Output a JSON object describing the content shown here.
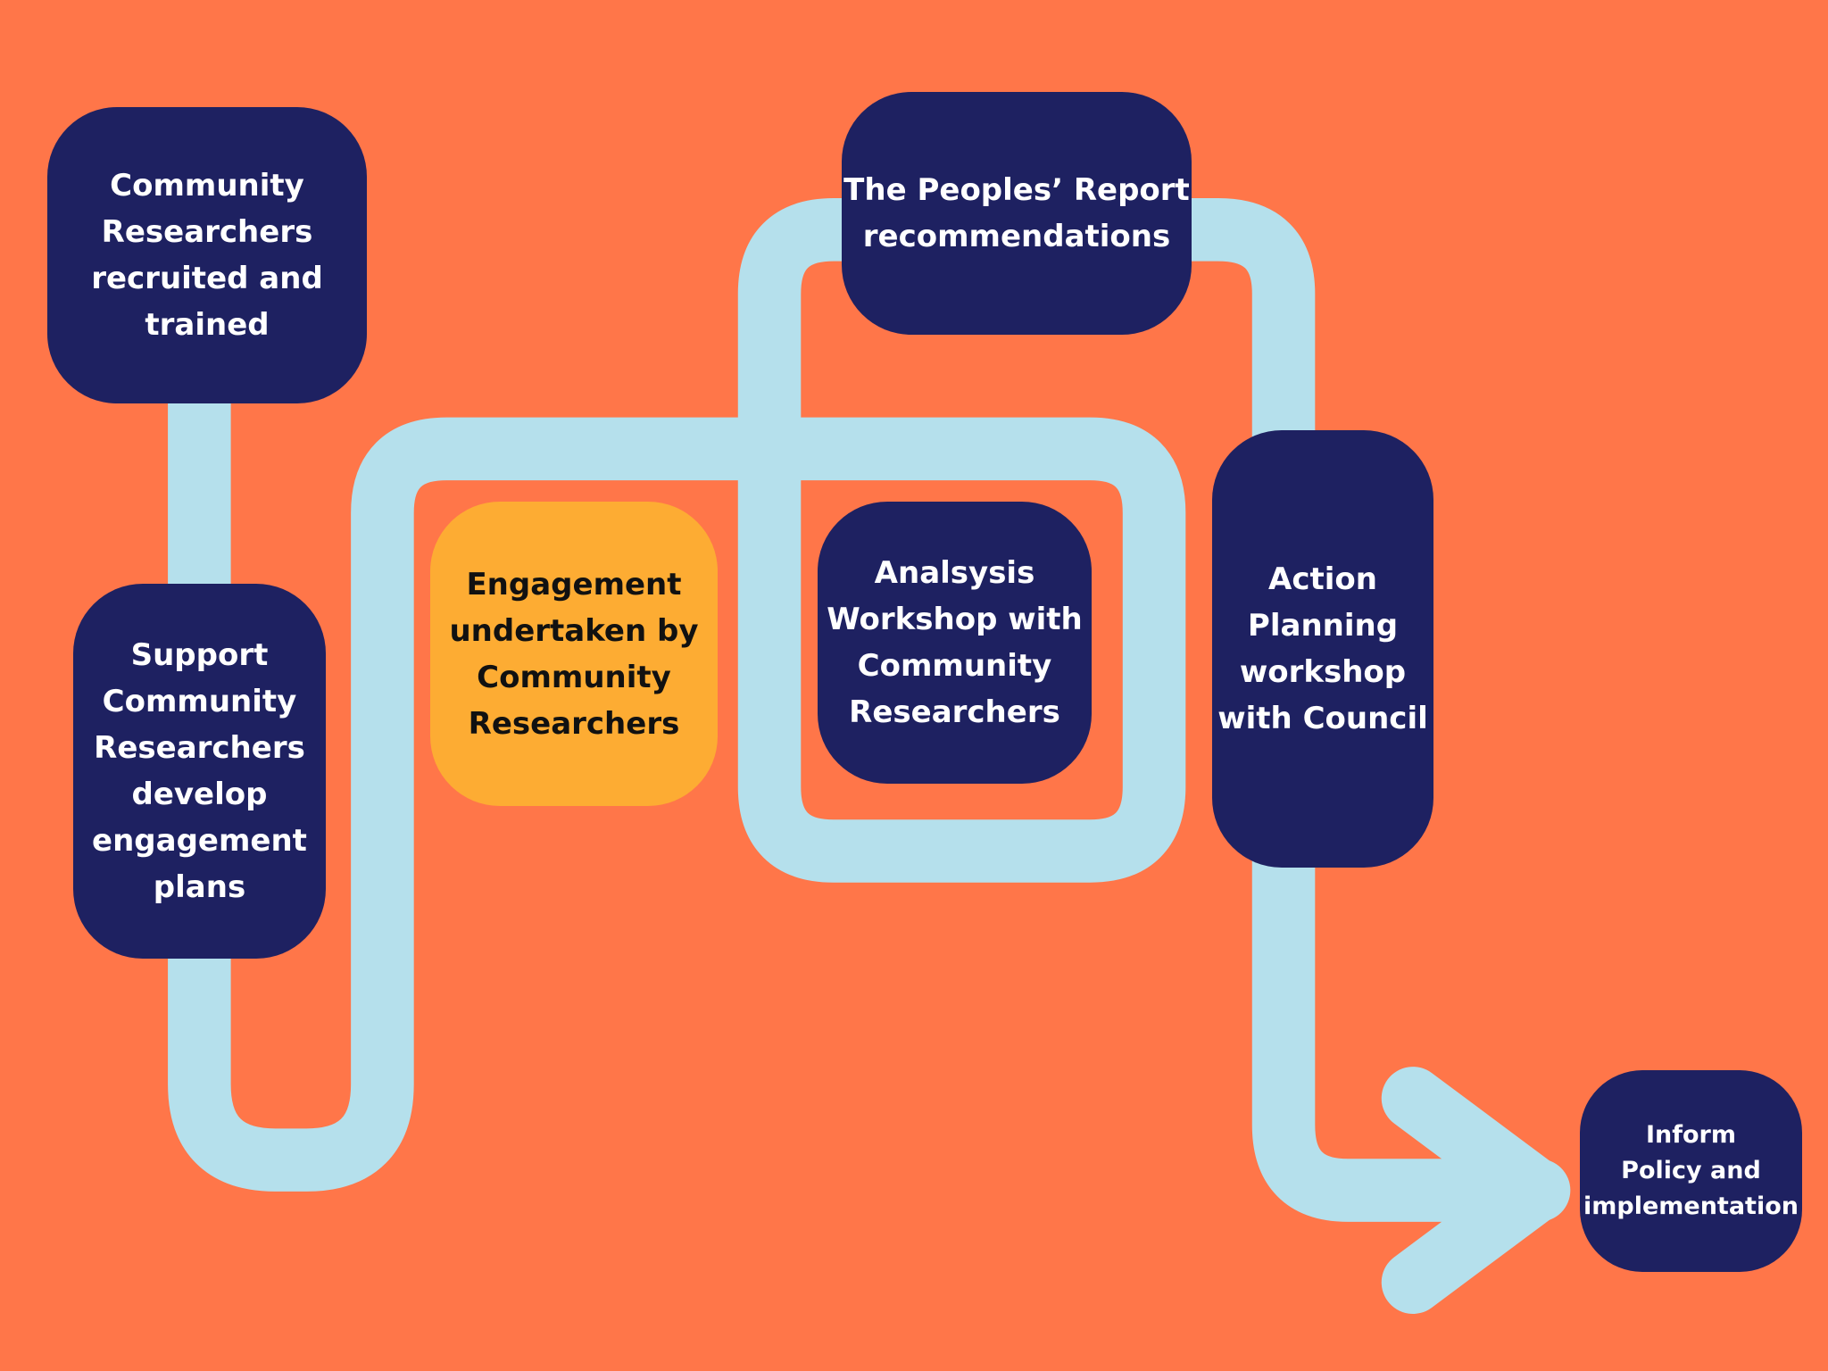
{
  "colors": {
    "background": "#FF7649",
    "node_primary": "#1E2161",
    "node_highlight": "#FDAC33",
    "path": "#B5E0EC",
    "text_light": "#FFFFFF",
    "text_dark": "#111111"
  },
  "nodes": [
    {
      "id": "recruit",
      "label": "Community\nResearchers\nrecruited and\ntrained",
      "style": "primary"
    },
    {
      "id": "support",
      "label": "Support\nCommunity\nResearchers\ndevelop\nengagement\nplans",
      "style": "primary"
    },
    {
      "id": "engagement",
      "label": "Engagement\nundertaken by\nCommunity\nResearchers",
      "style": "highlight"
    },
    {
      "id": "analysis",
      "label": "Analsysis\nWorkshop with\nCommunity\nResearchers",
      "style": "primary"
    },
    {
      "id": "report",
      "label": "The Peoples’ Report\nrecommendations",
      "style": "primary"
    },
    {
      "id": "action",
      "label": "Action\nPlanning\nworkshop\nwith Council",
      "style": "primary"
    },
    {
      "id": "inform",
      "label": "Inform\nPolicy and\nimplementation",
      "style": "primary"
    }
  ],
  "flow": [
    "recruit",
    "support",
    "engagement",
    "analysis",
    "report",
    "action",
    "inform"
  ]
}
